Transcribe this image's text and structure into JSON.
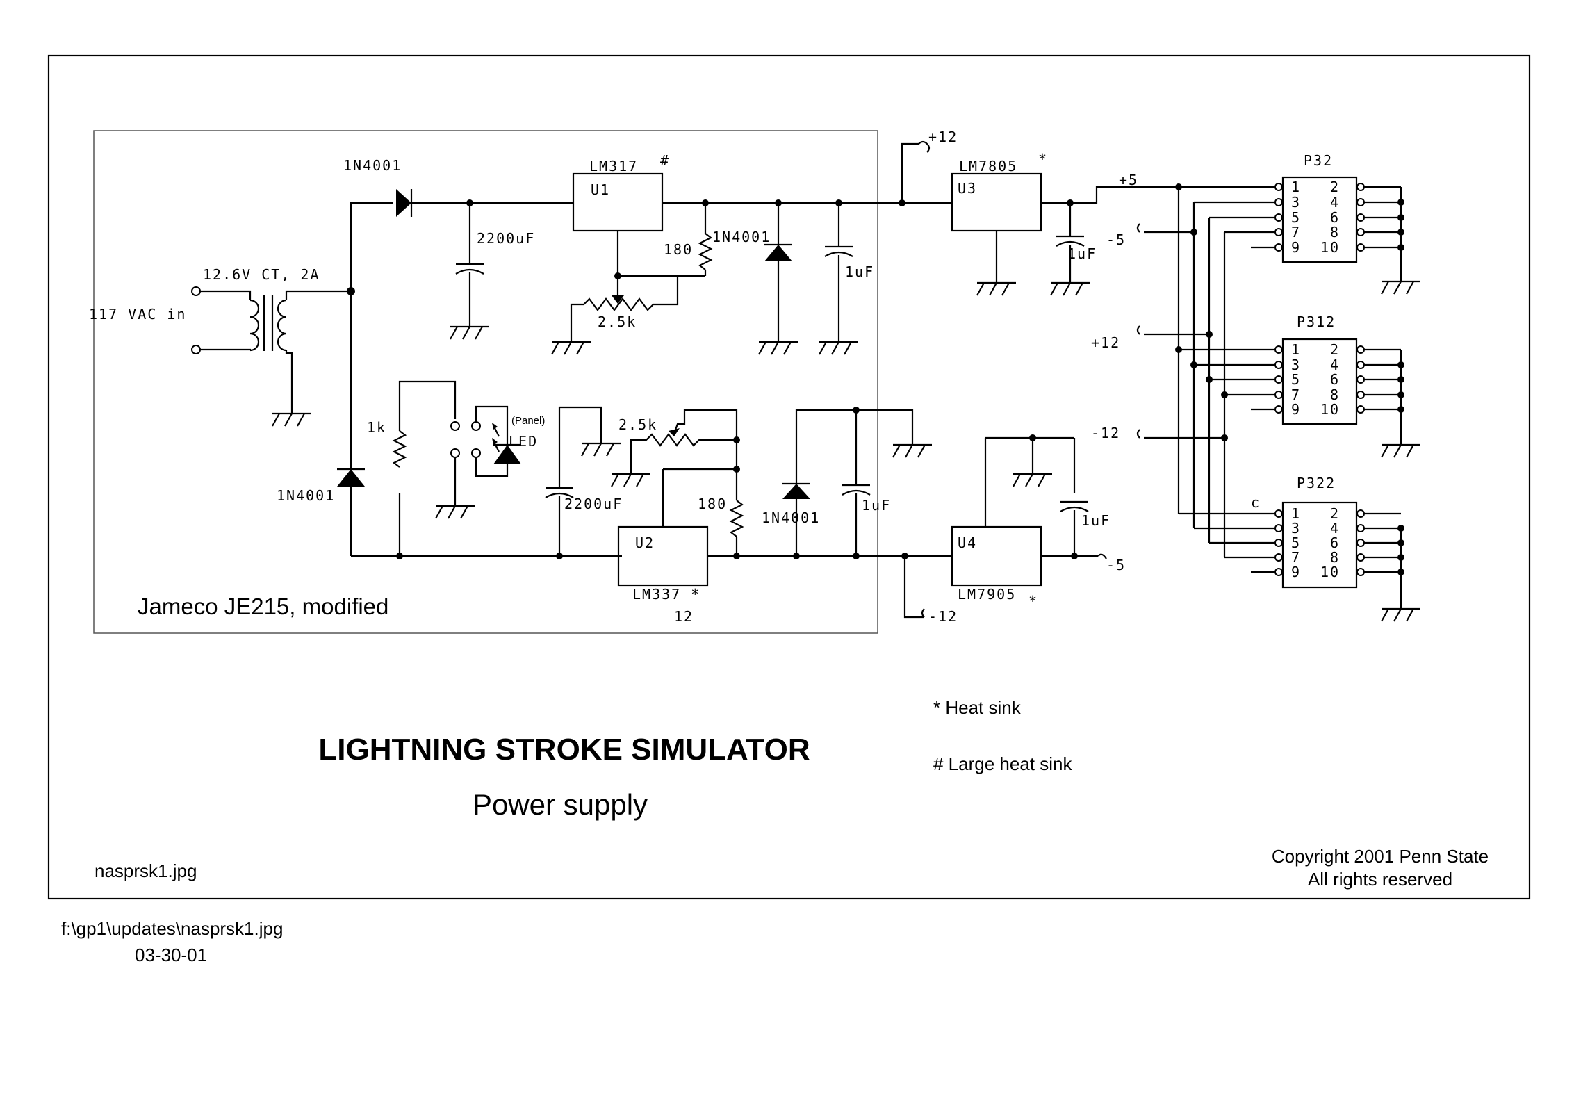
{
  "labels": {
    "d1": "1N4001",
    "u1_part": "LM317",
    "u1_mark": "#",
    "u1_ref": "U1",
    "c1": "2200uF",
    "r1": "180",
    "d3": "1N4001",
    "c3": "1uF",
    "pot1": "2.5k",
    "xfmr": "12.6V CT, 2A",
    "vac_in": "117 VAC in",
    "d2": "1N4001",
    "r_1k": "1k",
    "panel": "(Panel)",
    "led": "LED",
    "pot2": "2.5k",
    "c2": "2200uF",
    "r2": "180",
    "d4": "1N4001",
    "c4": "1uF",
    "u2_ref": "U2",
    "u2_part": "LM337 *",
    "u2_note": "12",
    "u3_part": "LM7805",
    "u3_mark": "*",
    "u3_ref": "U3",
    "c5": "1uF",
    "u4_ref": "U4",
    "u4_part": "LM7905",
    "u4_mark": "*",
    "c6": "1uF",
    "plus12_top": "+12",
    "plus5": "+5",
    "minus5_a": "-5",
    "minus5_b": "-5",
    "plus12_mid": "+12",
    "minus12_mid": "-12",
    "minus12_bot": "-12",
    "p32": "P32",
    "p312": "P312",
    "p322": "P322",
    "p322_c": "c",
    "board_label": "Jameco JE215, modified"
  },
  "connector_pins": {
    "left": [
      "1",
      "3",
      "5",
      "7",
      "9"
    ],
    "right": [
      "2",
      "4",
      "6",
      "8",
      "10"
    ]
  },
  "notes": {
    "heat_sink": "*  Heat sink",
    "large_heat_sink": "# Large heat sink"
  },
  "title": "LIGHTNING STROKE SIMULATOR",
  "subtitle": "Power supply",
  "filename": "nasprsk1.jpg",
  "copyright_line1": "Copyright 2001 Penn State",
  "copyright_line2": "All rights reserved",
  "path": "f:\\gp1\\updates\\nasprsk1.jpg",
  "date": "03-30-01"
}
